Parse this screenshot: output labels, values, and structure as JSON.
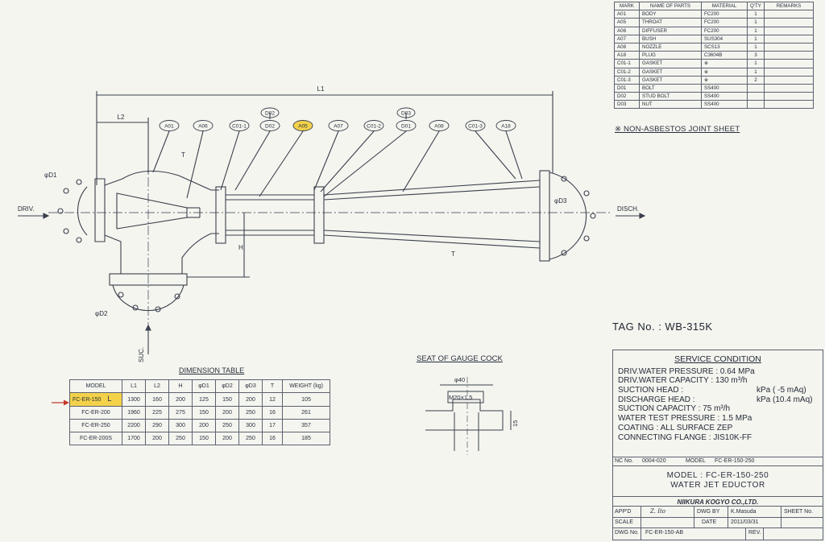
{
  "drawing": {
    "callouts": [
      "A01",
      "A06",
      "C01-1",
      "D02",
      "A05",
      "A07",
      "C01-2",
      "D01",
      "A08",
      "C01-3",
      "A18"
    ],
    "callouts_upper": [
      "D02",
      "D03"
    ],
    "highlighted_callout": "A05",
    "dims": {
      "l1": "L1",
      "l2": "L2",
      "h": "H",
      "t": "T",
      "d1": "φD1",
      "d2": "φD2",
      "d3": "φD3"
    },
    "flow": {
      "driv": "DRIV.",
      "disch": "DISCH.",
      "suc": "SUC."
    }
  },
  "parts_table": {
    "headers": [
      "MARK",
      "NAME OF PARTS",
      "MATERIAL",
      "Q'TY",
      "REMARKS"
    ],
    "rows": [
      [
        "A01",
        "BODY",
        "FC200",
        "1",
        ""
      ],
      [
        "A05",
        "THROAT",
        "FC200",
        "1",
        ""
      ],
      [
        "A06",
        "DIFFUSER",
        "FC200",
        "1",
        ""
      ],
      [
        "A07",
        "BUSH",
        "SUS304",
        "1",
        ""
      ],
      [
        "A08",
        "NOZZLE",
        "SCS13",
        "1",
        ""
      ],
      [
        "A18",
        "PLUG",
        "C3604B",
        "3",
        ""
      ],
      [
        "C01-1",
        "GASKET",
        "※",
        "1",
        ""
      ],
      [
        "C01-2",
        "GASKET",
        "※",
        "1",
        ""
      ],
      [
        "C01-3",
        "GASKET",
        "※",
        "2",
        ""
      ],
      [
        "D01",
        "BOLT",
        "SS400",
        "",
        ""
      ],
      [
        "D02",
        "STUD BOLT",
        "SS400",
        "",
        ""
      ],
      [
        "D03",
        "NUT",
        "SS400",
        "",
        ""
      ]
    ],
    "note": "※ NON-ASBESTOS JOINT SHEET"
  },
  "tag_no": "TAG No. : WB-315K",
  "service_condition": {
    "title": "SERVICE CONDITION",
    "rows": [
      {
        "label": "DRIV.WATER PRESSURE : 0.64 MPa",
        "value": ""
      },
      {
        "label": "DRIV.WATER CAPACITY : 130 m³/h",
        "value": ""
      },
      {
        "label": "SUCTION HEAD :",
        "value": "kPa ( -5 mAq)"
      },
      {
        "label": "DISCHARGE HEAD :",
        "value": "kPa (10.4 mAq)"
      },
      {
        "label": "SUCTION CAPACITY : 75 m³/h",
        "value": ""
      },
      {
        "label": "WATER TEST PRESSURE : 1.5 MPa",
        "value": ""
      },
      {
        "label": "COATING : ALL SURFACE ZEP",
        "value": ""
      },
      {
        "label": "CONNECTING FLANGE : JIS10K-FF",
        "value": ""
      }
    ]
  },
  "title_block": {
    "nc_no_label": "NC No.",
    "nc_no": "0004-020",
    "model_label": "MODEL",
    "model_value": "FC-ER-150-250",
    "model_line": "MODEL : FC-ER-150-250",
    "description": "WATER JET EDUCTOR",
    "company": "NIIKURA KOGYO CO.,LTD.",
    "appd_label": "APP'D",
    "appd_sign": "Z. Ito",
    "dwg_by_label": "DWG BY",
    "dwg_by": "K.Masuda",
    "sheet_no_label": "SHEET No.",
    "scale_label": "SCALE",
    "date_label": "DATE",
    "date": "2011/03/31",
    "dwg_no_label": "DWG No.",
    "dwg_no": "FC-ER-150-AB",
    "rev_label": "REV."
  },
  "dimension_table": {
    "title": "DIMENSION TABLE",
    "headers": [
      "MODEL",
      "L1",
      "L2",
      "H",
      "φD1",
      "φD2",
      "φD3",
      "T",
      "WEIGHT (kg)"
    ],
    "rows": [
      [
        "FC-ER-150",
        "1300",
        "160",
        "200",
        "125",
        "150",
        "200",
        "12",
        "105"
      ],
      [
        "FC-ER-200",
        "1960",
        "225",
        "275",
        "150",
        "200",
        "250",
        "16",
        "261"
      ],
      [
        "FC-ER-250",
        "2200",
        "290",
        "300",
        "200",
        "250",
        "300",
        "17",
        "357"
      ],
      [
        "FC-ER-200S",
        "1700",
        "200",
        "250",
        "150",
        "200",
        "250",
        "16",
        "185"
      ]
    ],
    "highlighted_row": "FC-ER-150",
    "row_mark": "L"
  },
  "gauge_cock": {
    "title": "SEAT OF GAUGE COCK",
    "dia": "φ40",
    "thread": "M20×1.5",
    "depth": "15"
  },
  "colors": {
    "ink": "#2a2f3c",
    "highlight": "#f3d24a",
    "paper": "#f4f5ef",
    "arrow": "#c23a2a"
  }
}
